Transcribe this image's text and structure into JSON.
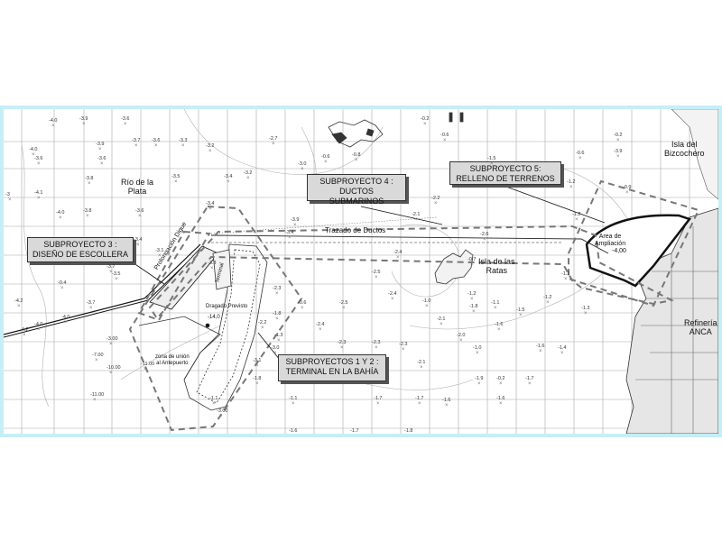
{
  "callouts": {
    "sp3": {
      "line1": "SUBPROYECTO 3 :",
      "line2": "DISEÑO DE ESCOLLERA"
    },
    "sp4": {
      "line1": "SUBPROYECTO 4 :",
      "line2": "DUCTOS SUBMARINOS"
    },
    "sp5": {
      "line1": "SUBPROYECTO 5:",
      "line2": "RELLENO DE TERRENOS"
    },
    "sp12": {
      "line1": "SUBPROYECTOS 1 Y 2 :",
      "line2": "TERMINAL EN LA BAHÍA"
    }
  },
  "labels": {
    "rio_line1": "Río de la",
    "rio_line2": "Plata",
    "isla_ratas_line1": "Isla de las",
    "isla_ratas_line2": "Ratas",
    "isla_bizcochero_line1": "Isla del",
    "isla_bizcochero_line2": "Bizcochero",
    "refineria_line1": "Refinería",
    "refineria_line2": "ANCA",
    "trazado": "Trazado de Ductos",
    "prolongacion": "Prolongación Digue",
    "area_line1": "Area de",
    "area_line2": "Ampliación",
    "area_depth": "-4,00",
    "dragado": "Dragado Previsto",
    "zona_line1": "zona de unión",
    "zona_line2": "al Antepuerto",
    "dep_14": "-14,0",
    "pier_label": "Terminal"
  },
  "soundings": [
    {
      "v": "-4.0"
    },
    {
      "v": "-3.9"
    },
    {
      "v": "-3.6"
    },
    {
      "v": "-0.2"
    },
    {
      "v": "-0.6"
    },
    {
      "v": "-0.2"
    },
    {
      "v": "-4.0"
    },
    {
      "v": "-3.9"
    },
    {
      "v": "-3.6"
    },
    {
      "v": "-3.7"
    },
    {
      "v": "-3.6"
    },
    {
      "v": "-3.3"
    },
    {
      "v": "-3.2"
    },
    {
      "v": "-2.7"
    },
    {
      "v": "-0.6"
    },
    {
      "v": "-0.8"
    },
    {
      "v": "-0.6"
    },
    {
      "v": "-3.9"
    },
    {
      "v": "-3.6"
    },
    {
      "v": "-3.0"
    },
    {
      "v": "-1.5"
    },
    {
      "v": "-3.8"
    },
    {
      "v": "-3.5"
    },
    {
      "v": "-3.4"
    },
    {
      "v": "-3.2"
    },
    {
      "v": "-2.2"
    },
    {
      "v": "-1.2"
    },
    {
      "v": "-4.1"
    },
    {
      "v": "-3.4"
    },
    {
      "v": "-0.9"
    },
    {
      "v": "-4.0"
    },
    {
      "v": "-3.8"
    },
    {
      "v": "-3.6"
    },
    {
      "v": "-2.1"
    },
    {
      "v": "-1.2"
    },
    {
      "v": "-3.9"
    },
    {
      "v": "-3.4"
    },
    {
      "v": "-3.1"
    },
    {
      "v": "-2.6"
    },
    {
      "v": "-3.4"
    },
    {
      "v": "-2.4"
    },
    {
      "v": "-0.7"
    },
    {
      "v": "-3.7"
    },
    {
      "v": "-3.3"
    },
    {
      "v": "-2.5"
    },
    {
      "v": "-3.5"
    },
    {
      "v": "-0.4"
    },
    {
      "v": "-2.3"
    },
    {
      "v": "-2.4"
    },
    {
      "v": "-1.2"
    },
    {
      "v": "-1.0"
    },
    {
      "v": "-1.1"
    },
    {
      "v": "-1.2"
    },
    {
      "v": "-4.2"
    },
    {
      "v": "-3.7"
    },
    {
      "v": "-0.6"
    },
    {
      "v": "-2.5"
    },
    {
      "v": "-1.8"
    },
    {
      "v": "-1.5"
    },
    {
      "v": "-1.3"
    },
    {
      "v": "-4.0"
    },
    {
      "v": "-4.0"
    },
    {
      "v": "-2.4"
    },
    {
      "v": "-2.1"
    },
    {
      "v": "-1.6"
    },
    {
      "v": "-1.8"
    },
    {
      "v": "-3.0"
    },
    {
      "v": "-2.0"
    },
    {
      "v": "-3.00"
    },
    {
      "v": "-2.3"
    },
    {
      "v": "-2.3"
    },
    {
      "v": "-2.3"
    },
    {
      "v": "-1.0"
    },
    {
      "v": "-1.6"
    },
    {
      "v": "-1.4"
    },
    {
      "v": "-7.00"
    },
    {
      "v": "-11.00"
    },
    {
      "v": "-10.00"
    },
    {
      "v": "-2.1"
    },
    {
      "v": "-1.8"
    },
    {
      "v": "-1.9"
    },
    {
      "v": "-0.2"
    },
    {
      "v": "-1.7"
    },
    {
      "v": "-11.00"
    },
    {
      "v": "-1.1"
    },
    {
      "v": "-1.1"
    },
    {
      "v": "-1.7"
    },
    {
      "v": "-1.7"
    },
    {
      "v": "-1.6"
    },
    {
      "v": "-1.6"
    },
    {
      "v": "-3.00"
    },
    {
      "v": "-1.6"
    },
    {
      "v": "-1.7"
    },
    {
      "v": "-1.8"
    },
    {
      "v": "-1.2"
    },
    {
      "v": "-2.2"
    },
    {
      "v": "-1.3"
    },
    {
      "v": "-3.1"
    },
    {
      "v": "-4.2"
    },
    {
      "v": "-3"
    }
  ],
  "colors": {
    "frame": "#c6eef7",
    "grid": "#9a9a9a",
    "callout_bg": "#d9d9d9",
    "land": "#e6e6e6"
  }
}
